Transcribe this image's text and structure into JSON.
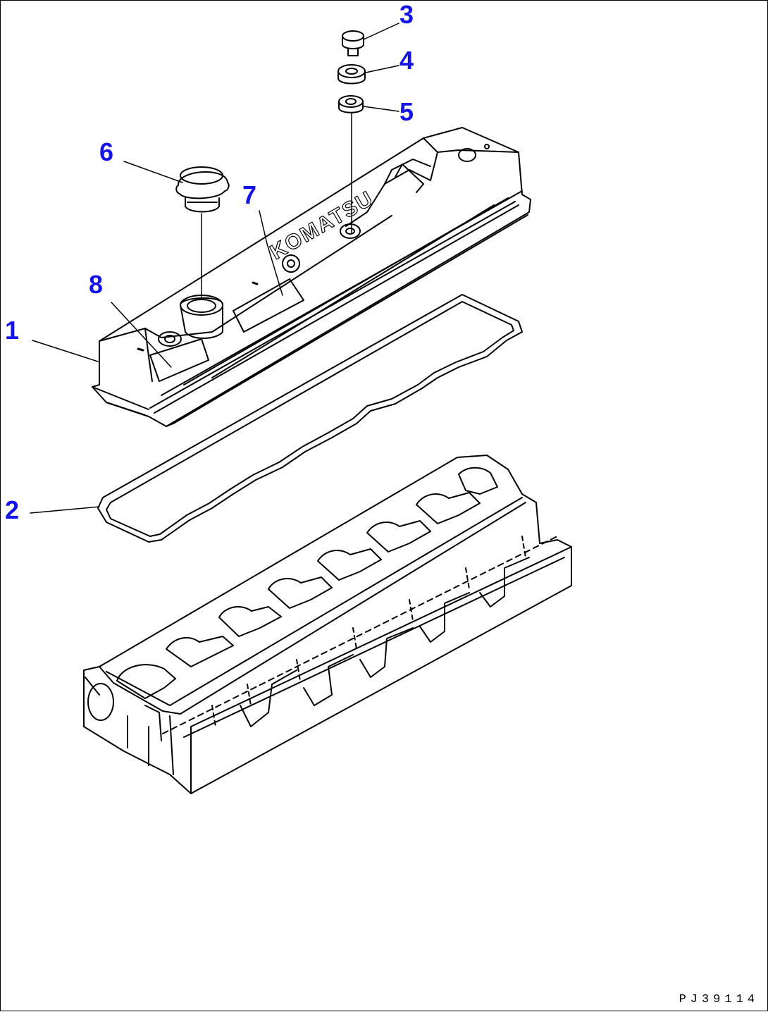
{
  "brand": "KOMATSU",
  "drawing_code": "PJ39114",
  "colors": {
    "line": "#000000",
    "callout": "#1414e6",
    "background": "#ffffff"
  },
  "callouts": [
    {
      "id": "1",
      "label": "1"
    },
    {
      "id": "2",
      "label": "2"
    },
    {
      "id": "3",
      "label": "3"
    },
    {
      "id": "4",
      "label": "4"
    },
    {
      "id": "5",
      "label": "5"
    },
    {
      "id": "6",
      "label": "6"
    },
    {
      "id": "7",
      "label": "7"
    },
    {
      "id": "8",
      "label": "8"
    }
  ]
}
